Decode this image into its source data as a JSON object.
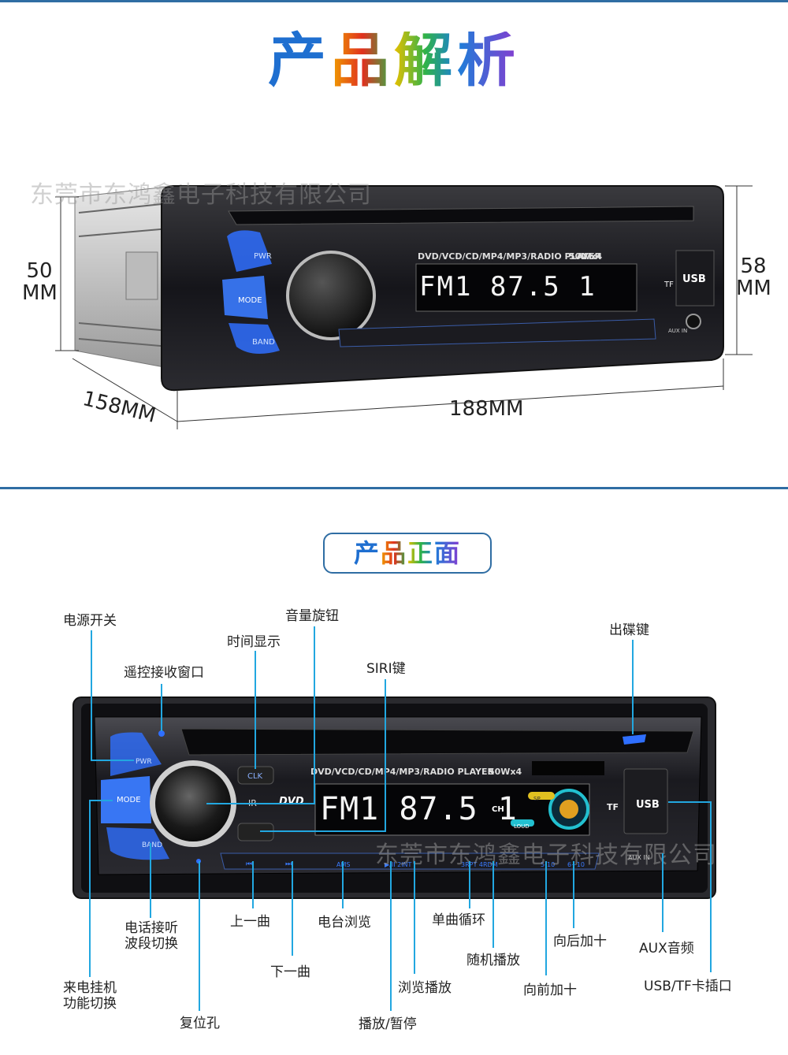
{
  "title": {
    "chars": [
      "产",
      "品",
      "解",
      "析"
    ]
  },
  "watermark": "东莞市东鸿鑫电子科技有限公司",
  "dimensions": {
    "height_left_num": "50",
    "height_left_unit": "MM",
    "height_right_num": "58",
    "height_right_unit": "MM",
    "depth": "158MM",
    "width": "188MM"
  },
  "device": {
    "model_text": "DVD/VCD/CD/MP4/MP3/RADIO PLAYER",
    "power_text": "50Wx4",
    "display_text": "FM1  87.5  1",
    "ch": "CH",
    "btn_pwr": "PWR",
    "btn_mode": "MODE",
    "btn_band": "BAND",
    "btn_clk": "CLK",
    "ir": "IR",
    "dvd": "DVD",
    "usb": "USB",
    "tf": "TF",
    "aux": "AUX IN",
    "loud": "LOUD",
    "sp": "SP",
    "keys": [
      "AMS",
      "▶/II  2INT",
      "3RPT 4RDM",
      "5-10",
      "6+10"
    ]
  },
  "section2": {
    "chars": [
      "产",
      "品",
      "正",
      "面"
    ]
  },
  "labels": {
    "power_switch": "电源开关",
    "remote_window": "遥控接收窗口",
    "time_display": "时间显示",
    "volume_knob": "音量旋钮",
    "siri_key": "SIRI键",
    "eject_key": "出碟键",
    "phone_answer": "电话接听",
    "band_switch": "波段切换",
    "prev_track": "上一曲",
    "next_track": "下一曲",
    "station_browse": "电台浏览",
    "single_repeat": "单曲循环",
    "random_play": "随机播放",
    "browse_play": "浏览播放",
    "back_ten": "向后加十",
    "forward_ten": "向前加十",
    "aux_audio": "AUX音频",
    "usb_tf_slot": "USB/TF卡插口",
    "call_hangup": "来电挂机",
    "function_switch": "功能切换",
    "reset_hole": "复位孔",
    "play_pause": "播放/暂停"
  },
  "colors": {
    "accent": "#22a7e0",
    "rule": "#2f6da3",
    "lcd": "#ffffff",
    "blue_glow": "#3a7bff"
  }
}
